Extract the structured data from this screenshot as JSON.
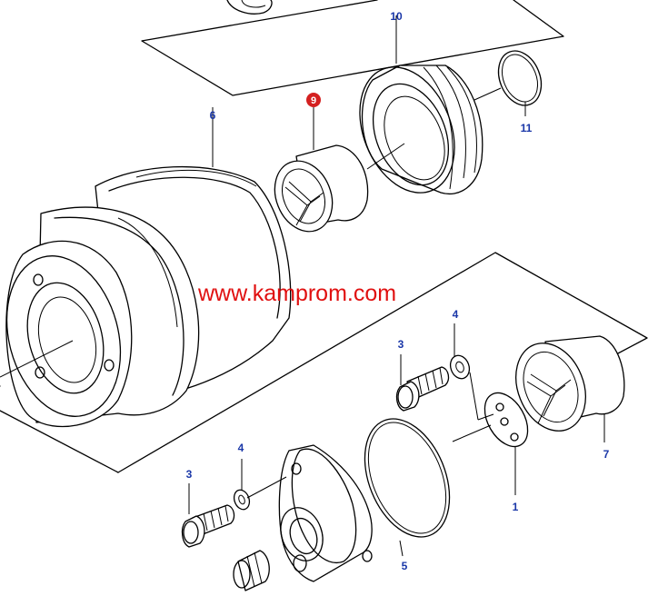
{
  "watermark": "www.kamprom.com",
  "colors": {
    "label": "#1a37a8",
    "highlight": "#d42020",
    "watermark": "#e01010",
    "line": "#000000"
  },
  "highlighted_part": "9",
  "part_labels": {
    "p1": "1",
    "p3a": "3",
    "p3b": "3",
    "p4a": "4",
    "p4b": "4",
    "p5": "5",
    "p6": "6",
    "p7": "7",
    "p9": "9",
    "p10": "10",
    "p11": "11"
  }
}
